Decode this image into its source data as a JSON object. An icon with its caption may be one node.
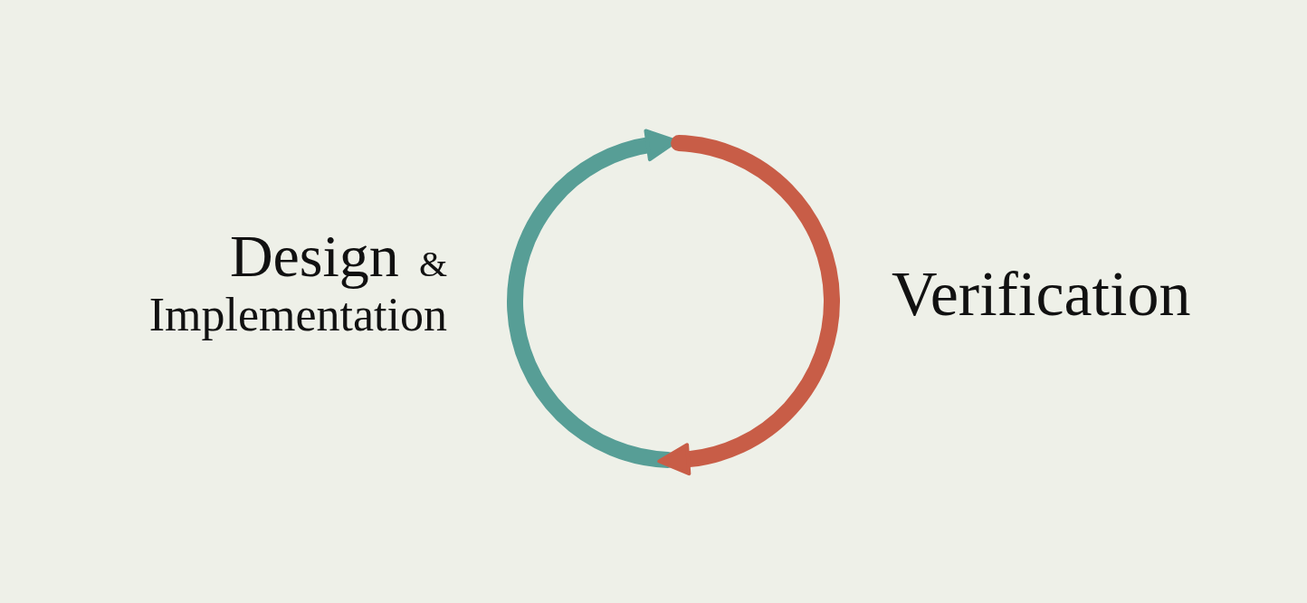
{
  "diagram": {
    "nodes": [
      {
        "text": [
          "Design",
          "&",
          "Implementation"
        ]
      },
      {
        "text": [
          "Verification"
        ]
      }
    ]
  }
}
